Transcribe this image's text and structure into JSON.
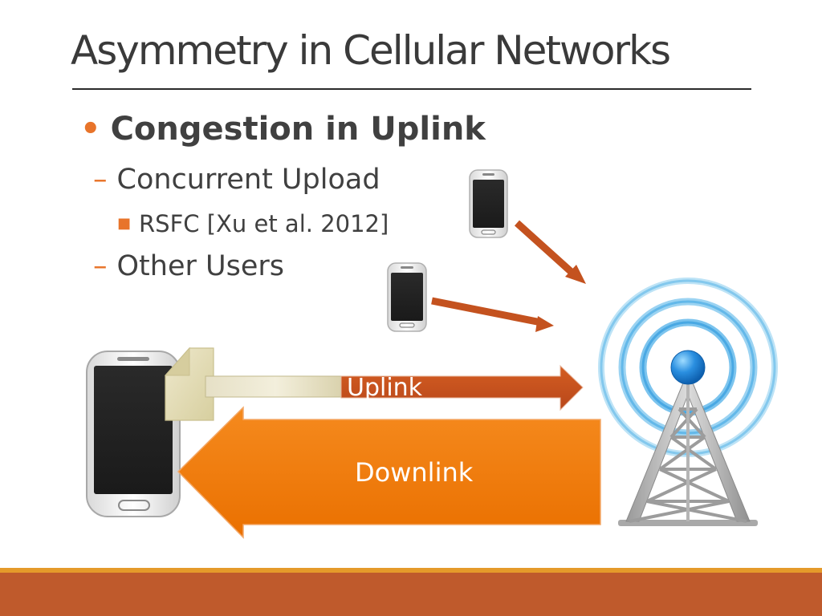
{
  "slide": {
    "title": "Asymmetry in Cellular Networks",
    "bullets": {
      "level1": "Congestion in Uplink",
      "concurrent_upload": "Concurrent Upload",
      "rsfc": "RSFC [Xu et al. 2012]",
      "other_users": "Other Users"
    },
    "diagram": {
      "uplink_label": "Uplink",
      "downlink_label": "Downlink"
    },
    "colors": {
      "accent_orange": "#e8742a",
      "uplink_arrow": "#c4521f",
      "downlink_arrow": "#f07a10",
      "footer_bar": "#bf5a2c",
      "footer_line": "#e59a2a",
      "tower_signal": "#5bb6e8"
    }
  }
}
